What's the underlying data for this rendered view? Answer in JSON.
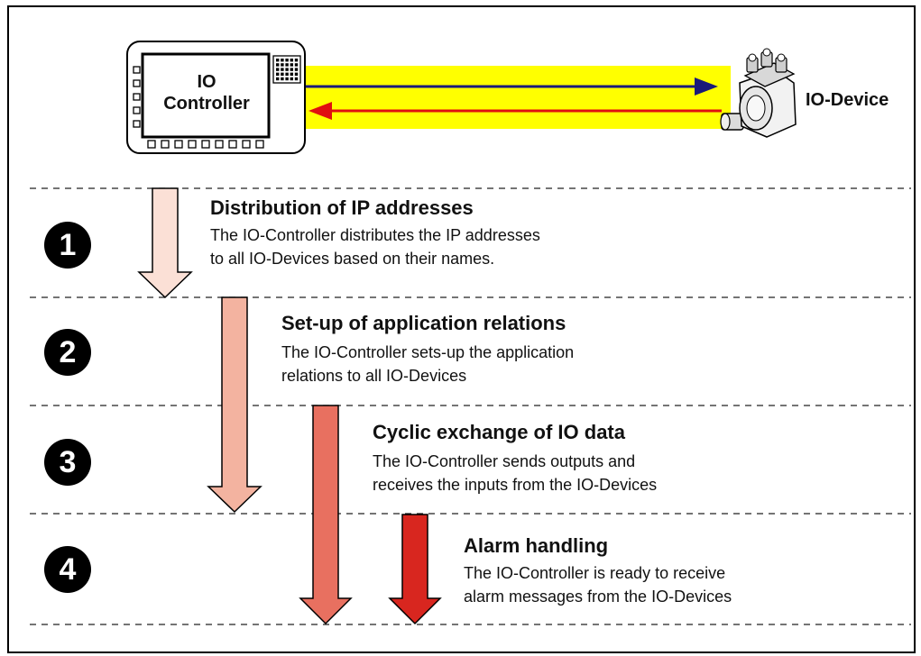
{
  "colors": {
    "link_band": "#ffff00",
    "output_arrow": "#1a1a7a",
    "input_arrow": "#e01010",
    "step1_arrow": "#fbe0d6",
    "step2_arrow": "#f3b3a0",
    "step3_arrow": "#e87060",
    "step4_arrow": "#d8261f"
  },
  "controller": {
    "label_line1": "IO",
    "label_line2": "Controller",
    "icon": "plc-controller-icon"
  },
  "device": {
    "label": "IO-Device",
    "icon": "encoder-device-icon"
  },
  "steps": [
    {
      "number": "1",
      "title": "Distribution of IP addresses",
      "line1": "The IO-Controller distributes the IP addresses",
      "line2": "to all IO-Devices based on their names."
    },
    {
      "number": "2",
      "title": "Set-up of application relations",
      "line1": "The IO-Controller sets-up the application",
      "line2": "relations to all IO-Devices"
    },
    {
      "number": "3",
      "title": "Cyclic exchange of IO data",
      "line1": "The IO-Controller sends outputs and",
      "line2": "receives the inputs from the IO-Devices"
    },
    {
      "number": "4",
      "title": "Alarm handling",
      "line1": "The IO-Controller is ready to receive",
      "line2": "alarm messages from the IO-Devices"
    }
  ]
}
